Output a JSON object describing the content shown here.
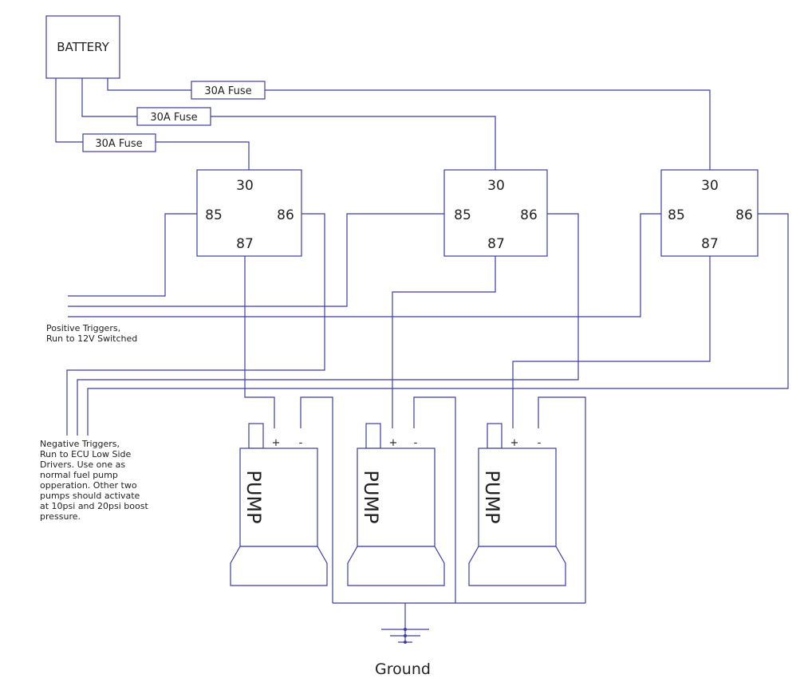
{
  "battery": {
    "label": "BATTERY"
  },
  "fuses": [
    {
      "label": "30A Fuse"
    },
    {
      "label": "30A Fuse"
    },
    {
      "label": "30A Fuse"
    }
  ],
  "relays": [
    {
      "pins": {
        "p30": "30",
        "p85": "85",
        "p86": "86",
        "p87": "87"
      }
    },
    {
      "pins": {
        "p30": "30",
        "p85": "85",
        "p86": "86",
        "p87": "87"
      }
    },
    {
      "pins": {
        "p30": "30",
        "p85": "85",
        "p86": "86",
        "p87": "87"
      }
    }
  ],
  "pumps": [
    {
      "label": "PUMP",
      "plus": "+",
      "minus": "-"
    },
    {
      "label": "PUMP",
      "plus": "+",
      "minus": "-"
    },
    {
      "label": "PUMP",
      "plus": "+",
      "minus": "-"
    }
  ],
  "notes": {
    "positive": [
      "Positive Triggers,",
      "Run to 12V Switched"
    ],
    "negative": [
      "Negative Triggers,",
      "Run to ECU Low Side",
      "Drivers. Use one as",
      "normal fuel pump",
      "opperation. Other two",
      "pumps should activate",
      "at 10psi and 20psi boost",
      "pressure."
    ]
  },
  "ground": {
    "label": "Ground"
  },
  "colors": {
    "wire": "#3c3ca0",
    "text": "#222222"
  }
}
